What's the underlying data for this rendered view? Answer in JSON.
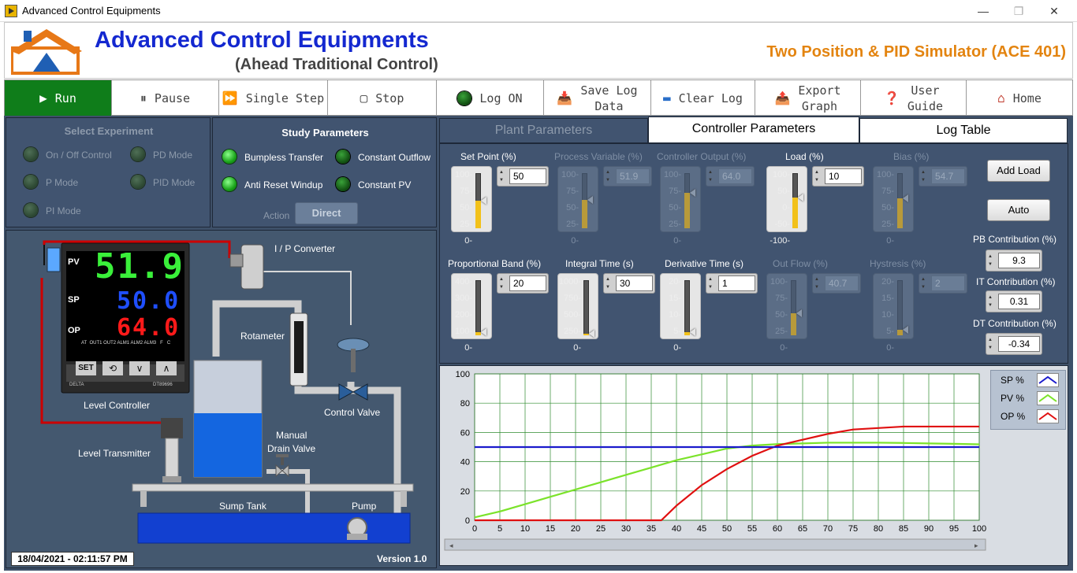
{
  "window": {
    "title": "Advanced Control Equipments",
    "controls": [
      "—",
      "❐",
      "✕"
    ]
  },
  "header": {
    "title": "Advanced Control Equipments",
    "subtitle": "(Ahead Traditional Control)",
    "product": "Two Position & PID Simulator (ACE 401)"
  },
  "toolbar": {
    "run": "Run",
    "pause": "Pause",
    "single_step": "Single Step",
    "stop": "Stop",
    "log_on": "Log ON",
    "save_log_1": "Save Log",
    "save_log_2": "Data",
    "clear_log": "Clear Log",
    "export_1": "Export",
    "export_2": "Graph",
    "guide_1": "User",
    "guide_2": "Guide",
    "home": "Home"
  },
  "experiment": {
    "title": "Select Experiment",
    "options": [
      "On / Off Control",
      "PD Mode",
      "P Mode",
      "PID Mode",
      "PI Mode"
    ]
  },
  "study": {
    "title": "Study Parameters",
    "options": [
      "Bumpless Transfer",
      "Constant Outflow",
      "Anti Reset Windup",
      "Constant PV"
    ],
    "action_label": "Action",
    "action_value": "Direct"
  },
  "tabs": [
    "Plant Parameters",
    "Controller Parameters",
    "Log Table"
  ],
  "controls": {
    "setpoint": {
      "label": "Set Point (%)",
      "value": "50",
      "level": 50,
      "ticks": [
        "100-",
        "75-",
        "50-",
        "25-",
        "0-"
      ]
    },
    "pv": {
      "label": "Process Variable (%)",
      "value": "51.9",
      "level": 51.9,
      "ticks": [
        "100-",
        "75-",
        "50-",
        "25-",
        "0-"
      ]
    },
    "co": {
      "label": "Controller Output (%)",
      "value": "64.0",
      "level": 64,
      "ticks": [
        "100-",
        "75-",
        "50-",
        "25-",
        "0-"
      ]
    },
    "load": {
      "label": "Load (%)",
      "value": "10",
      "level": 55,
      "ticks": [
        "100-",
        "50-",
        "0-",
        "-50-",
        "-100-"
      ]
    },
    "bias": {
      "label": "Bias (%)",
      "value": "54.7",
      "level": 54.7,
      "ticks": [
        "100-",
        "75-",
        "50-",
        "25-",
        "0-"
      ]
    },
    "pb": {
      "label": "Proportional Band (%)",
      "value": "20",
      "level": 5,
      "ticks": [
        "400-",
        "300-",
        "200-",
        "100-",
        "0-"
      ]
    },
    "it": {
      "label": "Integral Time (s)",
      "value": "30",
      "level": 3,
      "ticks": [
        "1000-",
        "750-",
        "500-",
        "250-",
        "0-"
      ]
    },
    "dt": {
      "label": "Derivative Time (s)",
      "value": "1",
      "level": 5,
      "ticks": [
        "20-",
        "15-",
        "10-",
        "5-",
        "0-"
      ]
    },
    "outflow": {
      "label": "Out Flow (%)",
      "value": "40.7",
      "level": 40.7,
      "ticks": [
        "100-",
        "75-",
        "50-",
        "25-",
        "0-"
      ]
    },
    "hys": {
      "label": "Hystresis (%)",
      "value": "2",
      "level": 10,
      "ticks": [
        "20-",
        "15-",
        "10-",
        "5-",
        "0-"
      ]
    }
  },
  "buttons": {
    "add_load": "Add Load",
    "auto": "Auto"
  },
  "contrib": {
    "pb_label": "PB Contribution (%)",
    "pb_value": "9.3",
    "it_label": "IT Contribution (%)",
    "it_value": "0.31",
    "dt_label": "DT Contribution (%)",
    "dt_value": "-0.34"
  },
  "process": {
    "pv_text": "51.9",
    "sp_text": "50.0",
    "op_text": "64.0",
    "pv_tag": "PV",
    "sp_tag": "SP",
    "op_tag": "OP",
    "tiny_labels": "AT  OUT1 OUT2 ALM1 ALM2 ALM3   F   C",
    "key_set": "SET",
    "brand": "DELTA",
    "model": "DT89696",
    "level_controller": "Level Controller",
    "ip_converter": "I / P Converter",
    "rotameter": "Rotameter",
    "control_valve": "Control Valve",
    "manual_drain_1": "Manual",
    "manual_drain_2": "Drain Valve",
    "level_transmitter": "Level Transmitter",
    "sump": "Sump Tank",
    "pump": "Pump",
    "tank_level": 0.55
  },
  "status": {
    "datetime": "18/04/2021 - 02:11:57 PM",
    "version": "Version 1.0"
  },
  "legend": {
    "sp": "SP %",
    "pv": "PV %",
    "op": "OP %"
  },
  "colors": {
    "sp": "#1a1acc",
    "pv": "#7be32a",
    "op": "#e01010",
    "accent": "#0f7d1a"
  },
  "chart_data": {
    "type": "line",
    "xlim": [
      0,
      100
    ],
    "ylim": [
      0,
      100
    ],
    "xticks": [
      0,
      5,
      10,
      15,
      20,
      25,
      30,
      35,
      40,
      45,
      50,
      55,
      60,
      65,
      70,
      75,
      80,
      85,
      90,
      95,
      100
    ],
    "yticks": [
      0,
      20,
      40,
      60,
      80,
      100
    ],
    "grid": true,
    "legend_position": "top-right",
    "series": [
      {
        "name": "SP %",
        "color": "#1a1acc",
        "x": [
          0,
          100
        ],
        "y": [
          50,
          50
        ]
      },
      {
        "name": "PV %",
        "color": "#7be32a",
        "x": [
          0,
          5,
          10,
          15,
          20,
          25,
          30,
          35,
          40,
          45,
          50,
          55,
          60,
          65,
          70,
          75,
          80,
          85,
          90,
          95,
          100
        ],
        "y": [
          2,
          6,
          11,
          16,
          21,
          26,
          31,
          36,
          41,
          45,
          49,
          51,
          52,
          52.5,
          53,
          53,
          53,
          52.8,
          52.5,
          52.2,
          51.9
        ]
      },
      {
        "name": "OP %",
        "color": "#e01010",
        "x": [
          0,
          37,
          40,
          45,
          50,
          55,
          60,
          65,
          70,
          75,
          80,
          85,
          90,
          95,
          100
        ],
        "y": [
          0,
          0,
          10,
          24,
          35,
          44,
          51,
          55,
          59,
          62,
          63,
          64,
          64,
          64,
          64
        ]
      }
    ]
  }
}
